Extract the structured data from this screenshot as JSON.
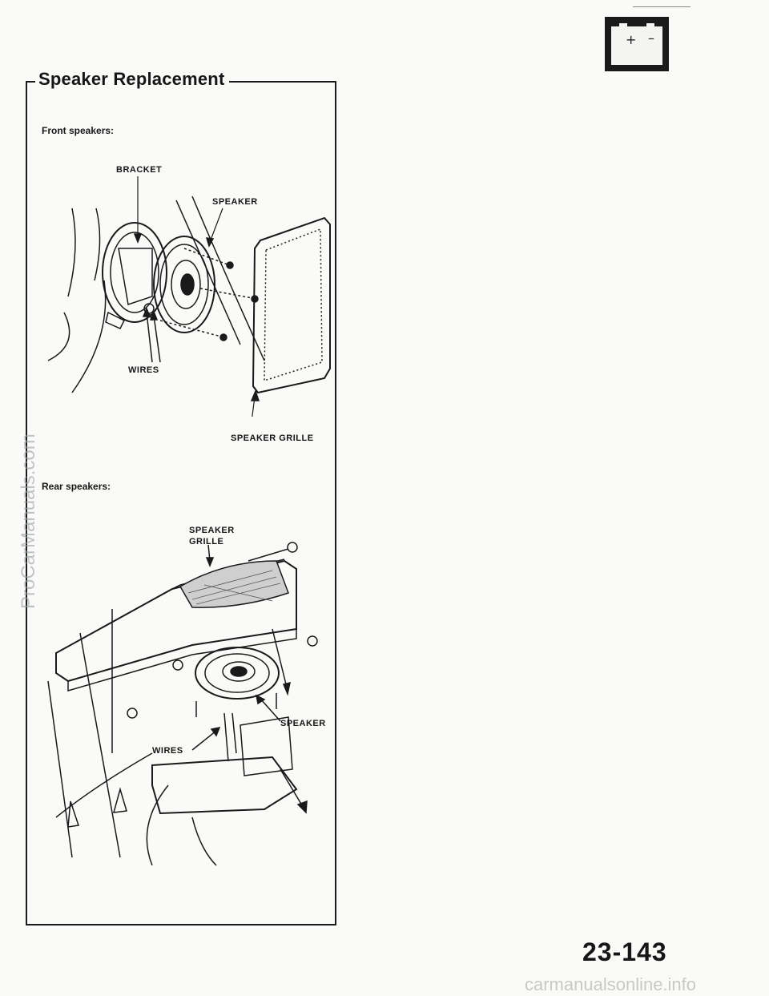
{
  "section": {
    "title": "Speaker Replacement",
    "front_heading": "Front speakers:",
    "rear_heading": "Rear speakers:"
  },
  "front_callouts": {
    "bracket": "BRACKET",
    "speaker": "SPEAKER",
    "wires": "WIRES",
    "speaker_grille": "SPEAKER GRILLE"
  },
  "rear_callouts": {
    "speaker_grille_line1": "SPEAKER",
    "speaker_grille_line2": "GRILLE",
    "speaker": "SPEAKER",
    "wires": "WIRES"
  },
  "page_number": "23-143",
  "battery_icon": {
    "plus": "+",
    "minus": "–"
  },
  "watermarks": {
    "side": "ProCarManuals.com",
    "bottom": "carmanualsonline.info"
  },
  "colors": {
    "ink": "#161616",
    "paper": "#fafaf8",
    "watermark": "#9aa0a6"
  }
}
